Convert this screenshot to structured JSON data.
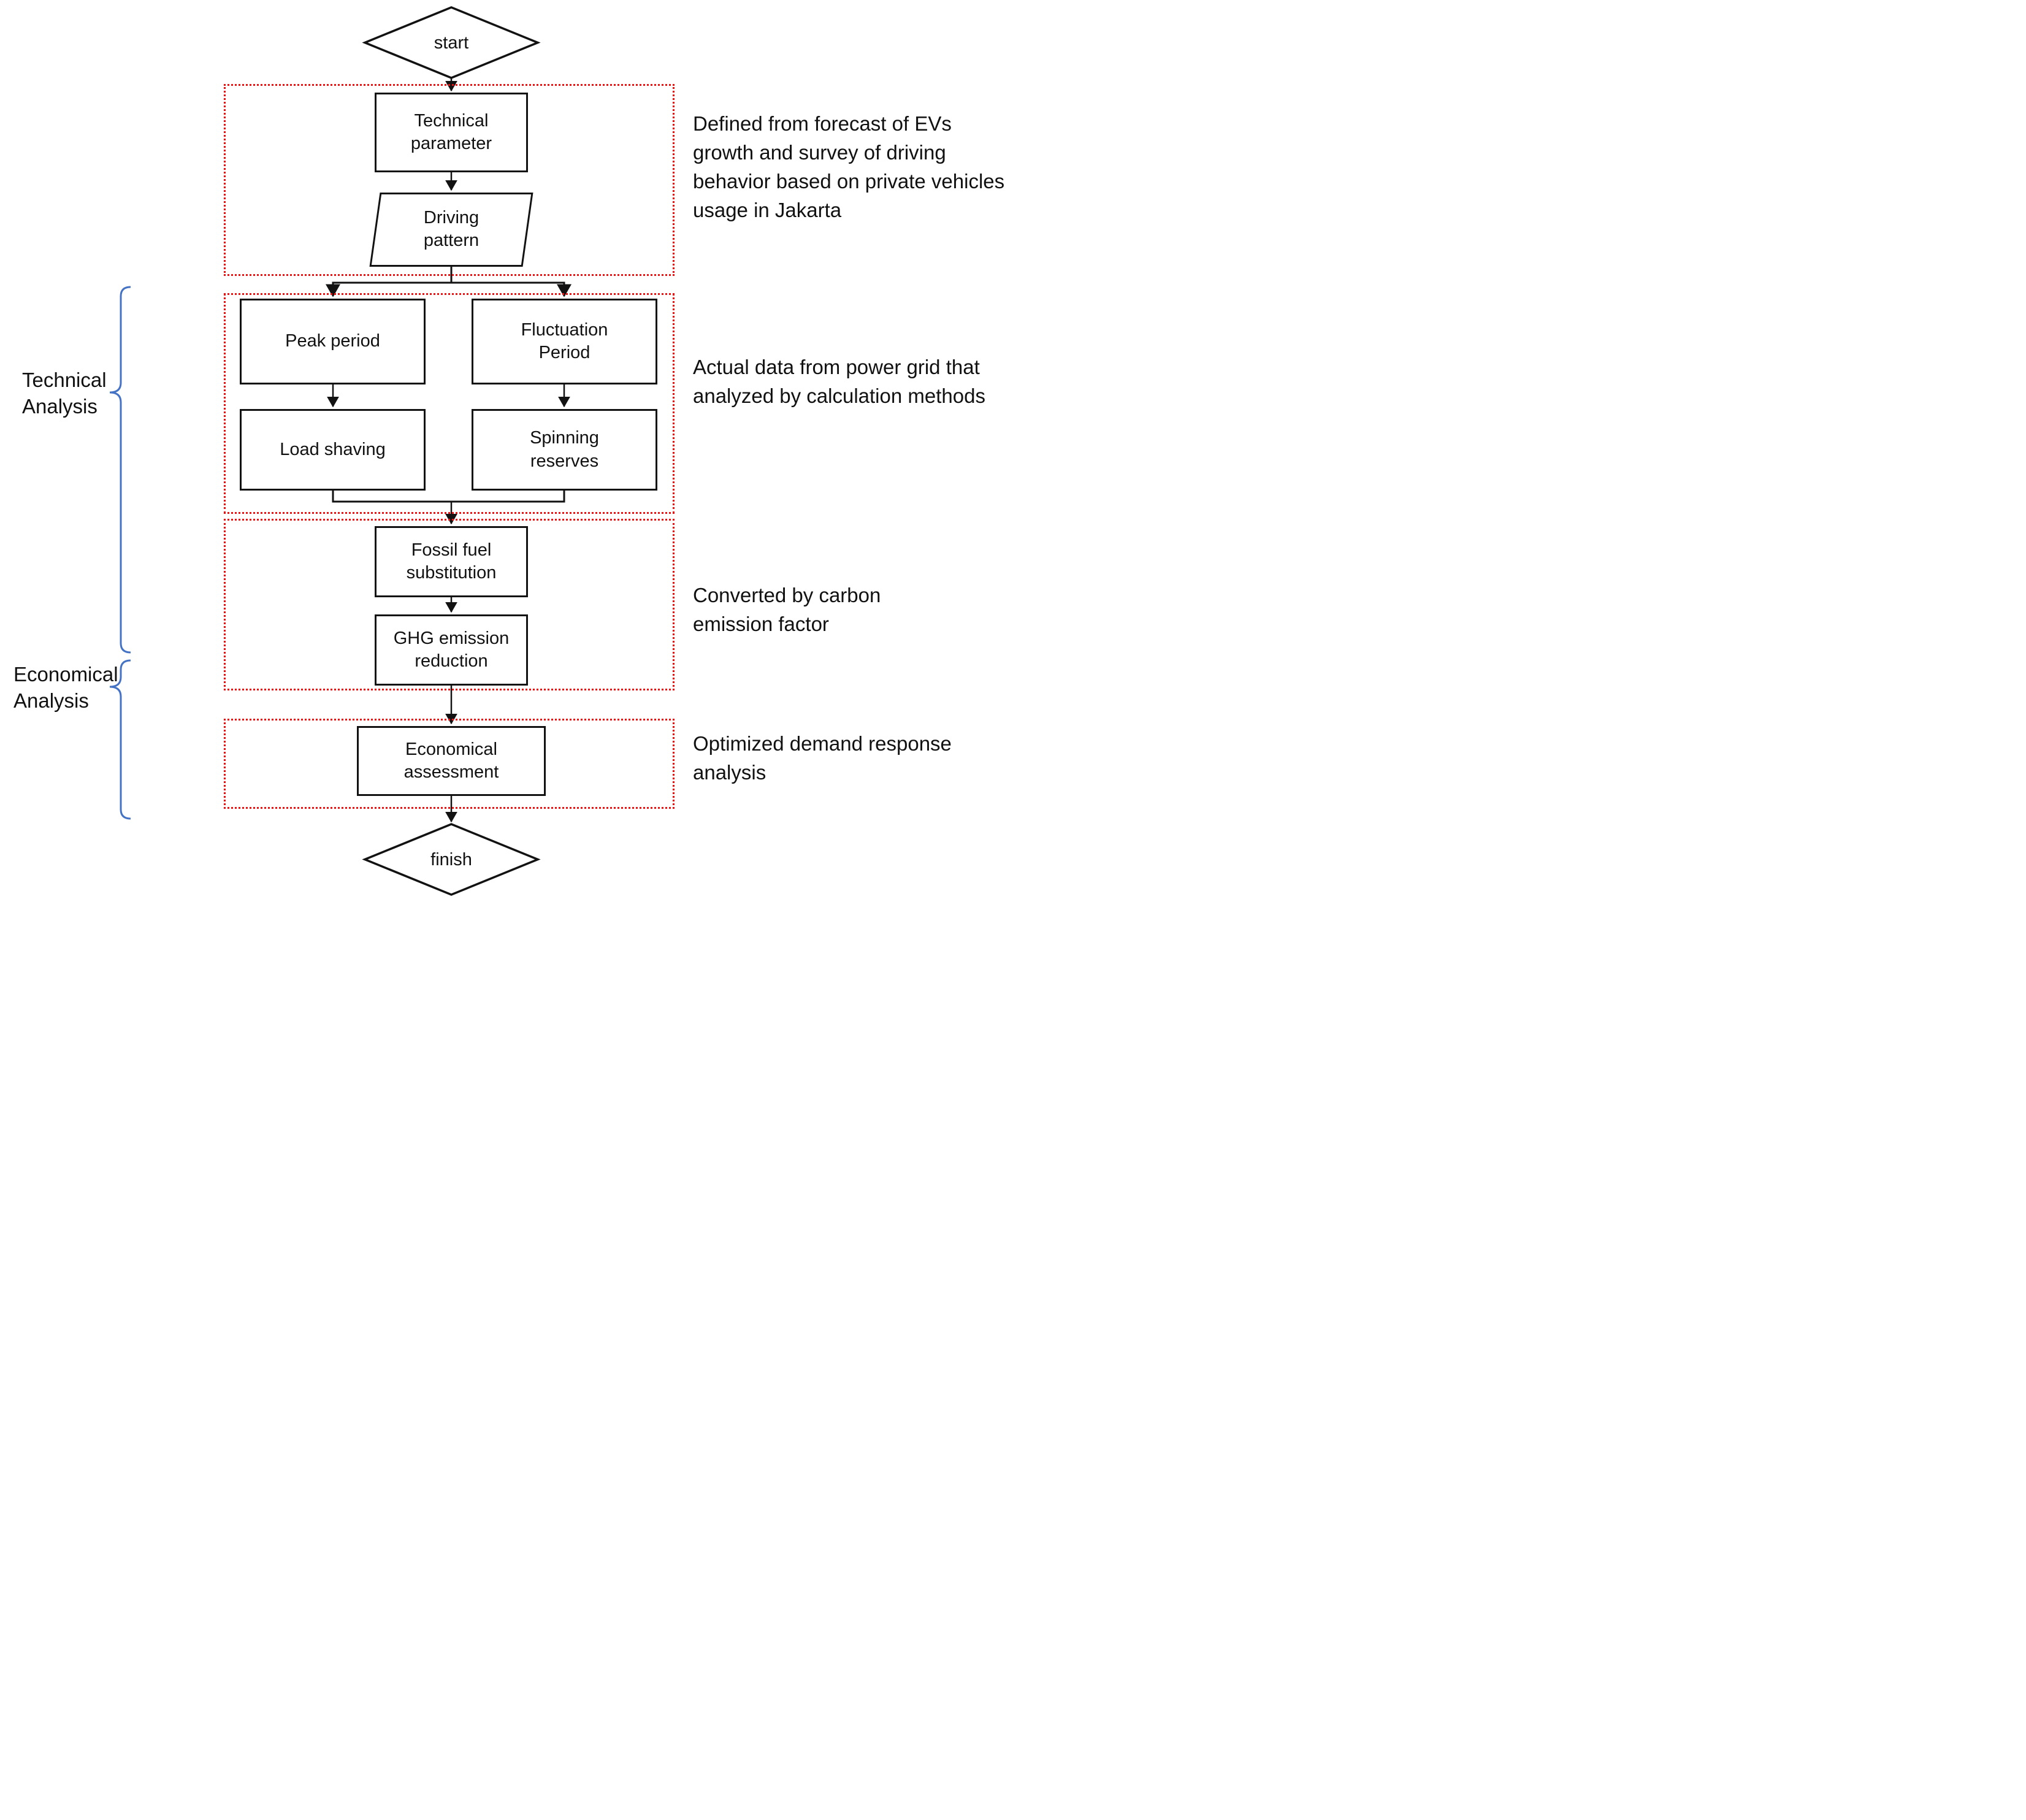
{
  "nodes": {
    "start": "start",
    "technical_parameter": "Technical parameter",
    "driving_pattern": "Driving pattern",
    "peak_period": "Peak period",
    "fluctuation_period": "Fluctuation Period",
    "load_shaving": "Load shaving",
    "spinning_reserves": "Spinning reserves",
    "fossil_fuel_substitution": "Fossil fuel substitution",
    "ghg_emission_reduction": "GHG emission reduction",
    "economical_assessment": "Economical assessment",
    "finish": "finish"
  },
  "side_labels": {
    "technical": "Technical Analysis",
    "economical": "Economical Analysis"
  },
  "annotations": {
    "defined": "Defined from forecast of EVs growth and survey of driving behavior based on private vehicles usage in Jakarta",
    "actual": "Actual data from power grid that analyzed by calculation methods",
    "converted": "Converted by carbon emission factor",
    "optimized": "Optimized demand response analysis"
  },
  "colors": {
    "group_border_red": "#ee1111",
    "brace_blue": "#4472c4",
    "shape_border_black": "#121212"
  }
}
